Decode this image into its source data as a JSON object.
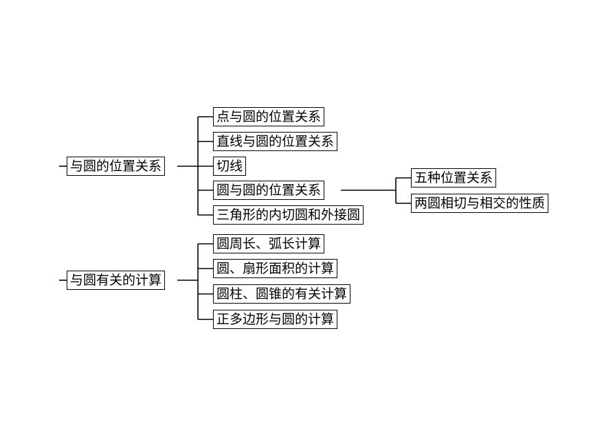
{
  "tree": [
    {
      "label": "与圆的位置关系",
      "children": [
        {
          "label": "点与圆的位置关系"
        },
        {
          "label": "直线与圆的位置关系"
        },
        {
          "label": "切线"
        },
        {
          "label": "圆与圆的位置关系",
          "children": [
            {
              "label": "五种位置关系"
            },
            {
              "label": "两圆相切与相交的性质"
            }
          ]
        },
        {
          "label": "三角形的内切圆和外接圆"
        }
      ]
    },
    {
      "label": "与圆有关的计算",
      "children": [
        {
          "label": "圆周长、弧长计算"
        },
        {
          "label": "圆、扇形面积的计算"
        },
        {
          "label": "圆柱、圆锥的有关计算"
        },
        {
          "label": "正多边形与圆的计算"
        }
      ]
    }
  ]
}
